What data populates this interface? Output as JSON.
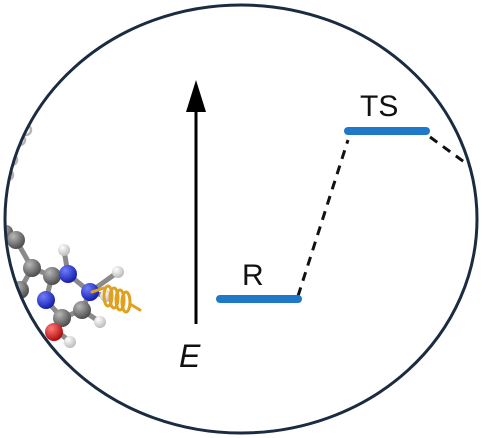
{
  "diagram": {
    "axis_label": "E",
    "states": [
      {
        "label": "R"
      },
      {
        "label": "TS"
      }
    ]
  },
  "colors": {
    "frame": "#1b2b40",
    "level": "#1f78c8",
    "path": "#111111",
    "carbon": "#6b6b6b",
    "hydrogen": "#ececec",
    "nitrogen": "#2233dd",
    "oxygen": "#dd2222",
    "vibration": "#e0a020"
  }
}
